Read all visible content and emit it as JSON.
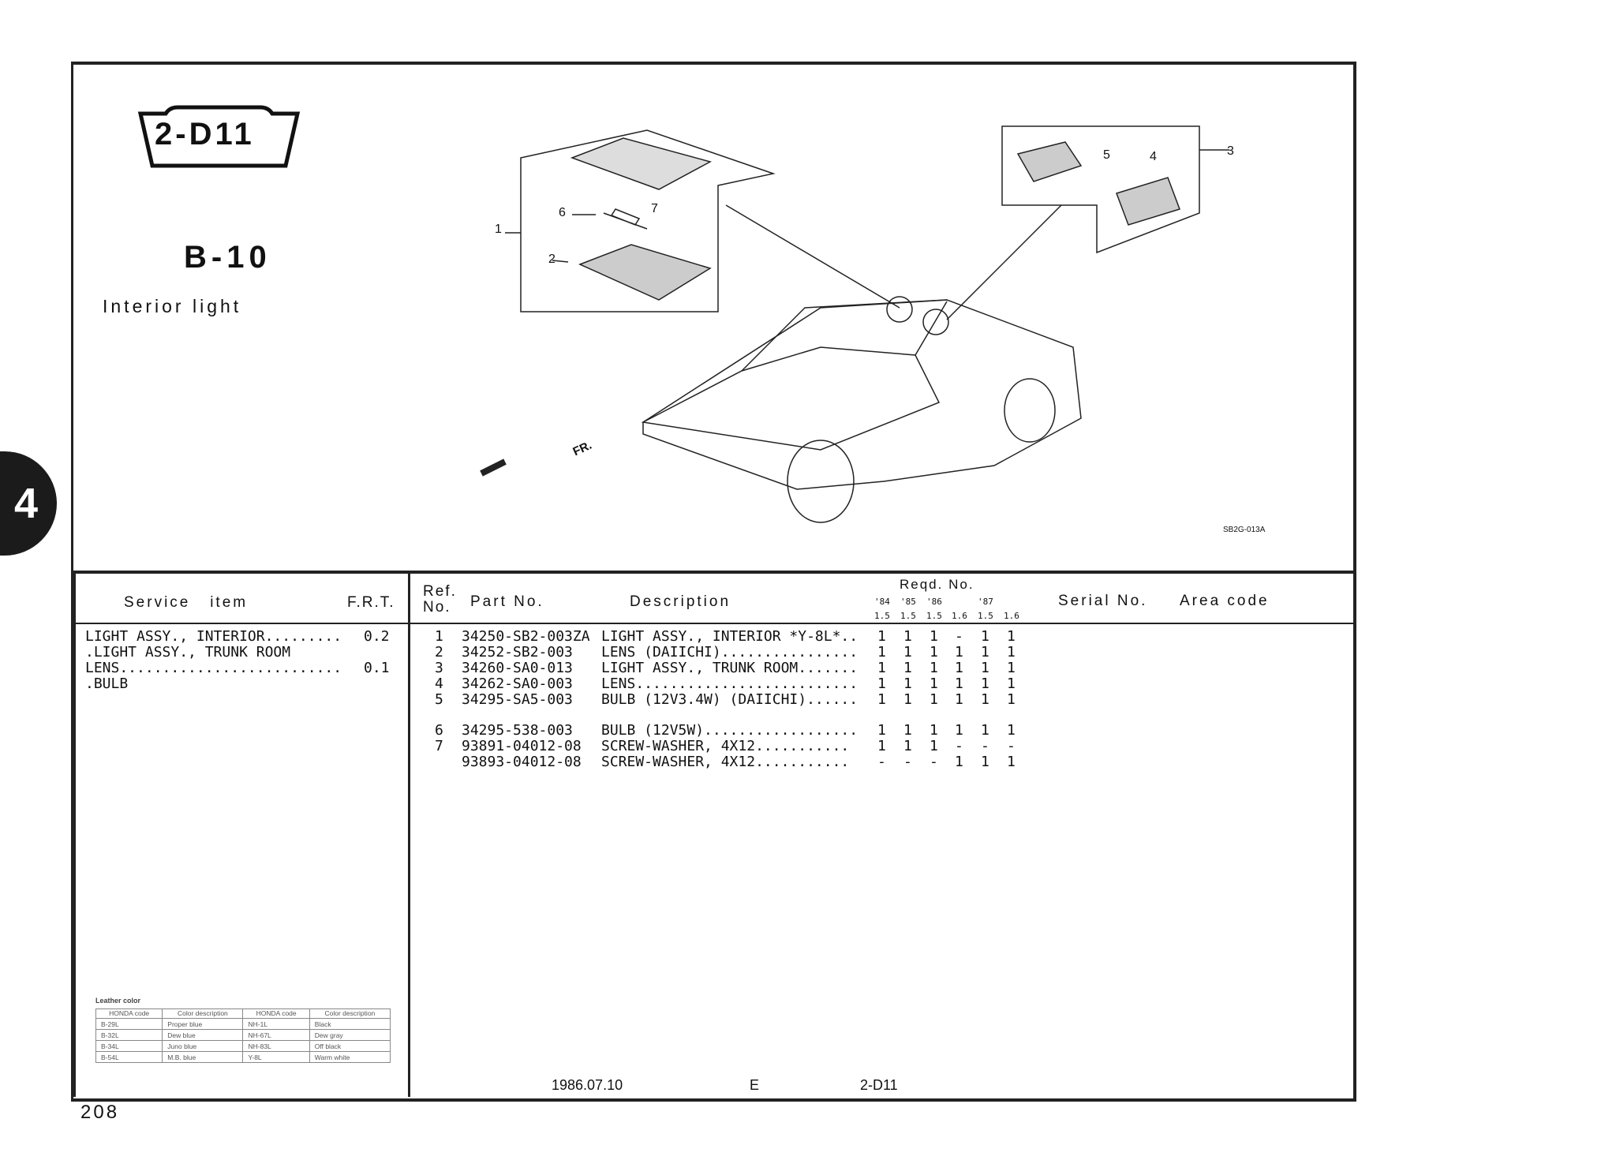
{
  "section_tab": "4",
  "badge": "2-D11",
  "group_code": "B-10",
  "group_title": "Interior light",
  "diagram": {
    "callouts": [
      "1",
      "2",
      "3",
      "4",
      "5",
      "6",
      "7"
    ],
    "front_label": "FR.",
    "figure_code": "SB2G-013A"
  },
  "service": {
    "header_item": "Service   item",
    "header_frt": "F.R.T.",
    "rows": [
      {
        "item": "LIGHT ASSY., INTERIOR.........",
        "frt": "0.2"
      },
      {
        "item": ".LIGHT ASSY., TRUNK ROOM",
        "frt": ""
      },
      {
        "item": "LENS..........................",
        "frt": "0.1"
      },
      {
        "item": ".BULB",
        "frt": ""
      }
    ]
  },
  "parts": {
    "h_ref": "Ref.",
    "h_no": "No.",
    "h_part": "Part No.",
    "h_desc": "Description",
    "h_reqd": "Reqd. No.",
    "years": [
      "'84",
      "'85",
      "'86",
      "",
      "'87",
      ""
    ],
    "engines": [
      "1.5",
      "1.5",
      "1.5",
      "1.6",
      "1.5",
      "1.6"
    ],
    "h_serial": "Serial No.",
    "h_area": "Area code",
    "rows": [
      {
        "ref": "1",
        "part": "34250-SB2-003ZA",
        "desc": "LIGHT ASSY., INTERIOR *Y-8L*..",
        "qty": [
          "1",
          "1",
          "1",
          "-",
          "1",
          "1"
        ]
      },
      {
        "ref": "2",
        "part": "34252-SB2-003",
        "desc": "LENS (DAIICHI)................",
        "qty": [
          "1",
          "1",
          "1",
          "1",
          "1",
          "1"
        ]
      },
      {
        "ref": "3",
        "part": "34260-SA0-013",
        "desc": "LIGHT ASSY., TRUNK ROOM.......",
        "qty": [
          "1",
          "1",
          "1",
          "1",
          "1",
          "1"
        ]
      },
      {
        "ref": "4",
        "part": "34262-SA0-003",
        "desc": "LENS..........................",
        "qty": [
          "1",
          "1",
          "1",
          "1",
          "1",
          "1"
        ]
      },
      {
        "ref": "5",
        "part": "34295-SA5-003",
        "desc": "BULB (12V3.4W) (DAIICHI)......",
        "qty": [
          "1",
          "1",
          "1",
          "1",
          "1",
          "1"
        ]
      },
      {
        "ref": "6",
        "part": "34295-538-003",
        "desc": "BULB (12V5W)..................",
        "qty": [
          "1",
          "1",
          "1",
          "1",
          "1",
          "1"
        ]
      },
      {
        "ref": "7",
        "part": "93891-04012-08",
        "desc": "SCREW-WASHER, 4X12...........",
        "qty": [
          "1",
          "1",
          "1",
          "-",
          "-",
          "-"
        ]
      },
      {
        "ref": "",
        "part": "93893-04012-08",
        "desc": "SCREW-WASHER, 4X12...........",
        "qty": [
          "-",
          "-",
          "-",
          "1",
          "1",
          "1"
        ]
      }
    ]
  },
  "leather": {
    "title": "Leather color",
    "h_code": "HONDA code",
    "h_desc": "Color description",
    "rows": [
      [
        "B-29L",
        "Proper blue",
        "NH-1L",
        "Black"
      ],
      [
        "B-32L",
        "Dew blue",
        "NH-67L",
        "Dew gray"
      ],
      [
        "B-34L",
        "Juno blue",
        "NH-83L",
        "Off black"
      ],
      [
        "B-54L",
        "M.B. blue",
        "Y-8L",
        "Warm white"
      ]
    ]
  },
  "footer": {
    "date": "1986.07.10",
    "edition": "E",
    "page_code": "2-D11"
  },
  "page_number": "208"
}
